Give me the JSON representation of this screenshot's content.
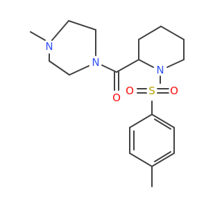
{
  "molecule": {
    "atoms": [
      {
        "id": "n-methyl-piperazine",
        "symbol": "N",
        "color": "#3050f8"
      },
      {
        "id": "n-amide-piperazine",
        "symbol": "N",
        "color": "#3050f8"
      },
      {
        "id": "o-carbonyl",
        "symbol": "O",
        "color": "#ff0d0d"
      },
      {
        "id": "n-piperidine",
        "symbol": "N",
        "color": "#3050f8"
      },
      {
        "id": "s-sulfonyl",
        "symbol": "S",
        "color": "#b8a000"
      },
      {
        "id": "o-sulfonyl-left",
        "symbol": "O",
        "color": "#ff0d0d"
      },
      {
        "id": "o-sulfonyl-right",
        "symbol": "O",
        "color": "#ff0d0d"
      }
    ],
    "bond_color": "#404040"
  }
}
